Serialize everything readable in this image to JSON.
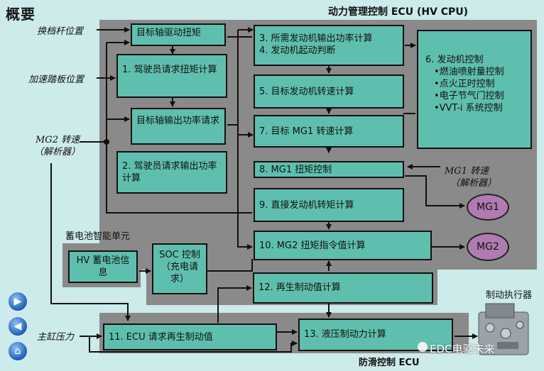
{
  "title": "概要",
  "ecu_header": "动力管理控制 ECU (HV CPU)",
  "abs_footer": "防滑控制 ECU",
  "battery_unit_label": "蓄电池智能单元",
  "inputs": {
    "shift": "换档杆位置",
    "accel": "加速踏板位置",
    "mg2_speed": "MG2 转速",
    "mg2_resolver": "（解析器）",
    "mg1_speed": "MG1 转速",
    "mg1_resolver": "（解析器）",
    "master_cyl": "主缸压力",
    "brake_actuator": "制动执行器"
  },
  "boxes": {
    "target_axle_torque": "目标轴驱动扭矩",
    "driver_torque": "1. 驾驶员请求扭矩计算",
    "target_axle_power": "目标轴输出功率请求",
    "driver_power": "2. 驾驶员请求输出功率计算",
    "engine_power_line1": "3. 所需发动机输出功率计算",
    "engine_power_line2": "4. 发动机起动判断",
    "engine_control_title": "6. 发动机控制",
    "engine_control_items": [
      "•燃油喷射量控制",
      "•点火正时控制",
      "•电子节气门控制",
      "•VVT-i 系统控制"
    ],
    "target_engine_speed": "5. 目标发动机转速计算",
    "target_mg1_speed": "7. 目标 MG1 转速计算",
    "mg1_torque": "8. MG1 扭矩控制",
    "direct_engine_torque": "9. 直接发动机转矩计算",
    "mg2_torque_cmd": "10. MG2 扭矩指令值计算",
    "hv_battery": "HV 蓄电池信息",
    "soc_control": "SOC 控制（充电请求）",
    "regen_calc": "12. 再生制动值计算",
    "ecu_regen_request": "11. ECU 请求再生制动值",
    "hydraulic_calc": "13. 液压制动力计算"
  },
  "motors": {
    "mg1": "MG1",
    "mg2": "MG2"
  },
  "watermark": "EDC电驱未来",
  "colors": {
    "background": "#ccebea",
    "panel": "#8a8a8a",
    "box": "#5fbfae",
    "motor": "#b07bb0"
  }
}
